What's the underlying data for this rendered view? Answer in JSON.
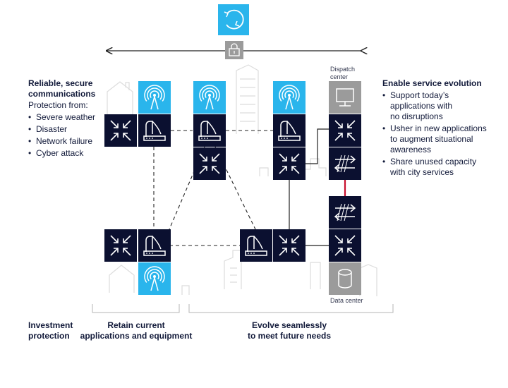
{
  "left_panel": {
    "title": [
      "Reliable, secure",
      "communications"
    ],
    "subtitle": "Protection from:",
    "items": [
      "Severe weather",
      "Disaster",
      "Network failure",
      "Cyber attack"
    ]
  },
  "right_panel": {
    "title": "Enable service evolution",
    "items": [
      [
        "Support today’s",
        "applications with",
        "no disruptions"
      ],
      [
        "Usher in new applications",
        "to augment situational",
        "awareness"
      ],
      [
        "Share unused capacity",
        "with city services"
      ]
    ]
  },
  "labels": {
    "dispatch": [
      "Dispatch",
      "center"
    ],
    "datacenter": "Data center"
  },
  "footer": {
    "investment": [
      "Investment",
      "protection"
    ],
    "retain": [
      "Retain current",
      "applications and equipment"
    ],
    "evolve": [
      "Evolve seamlessly",
      "to meet future needs"
    ]
  },
  "colors": {
    "navy": "#0b1030",
    "blue": "#2ab5ec",
    "gray": "#9b9b9b",
    "red": "#c8102e",
    "line": "#222222",
    "building": "#dddddd"
  }
}
